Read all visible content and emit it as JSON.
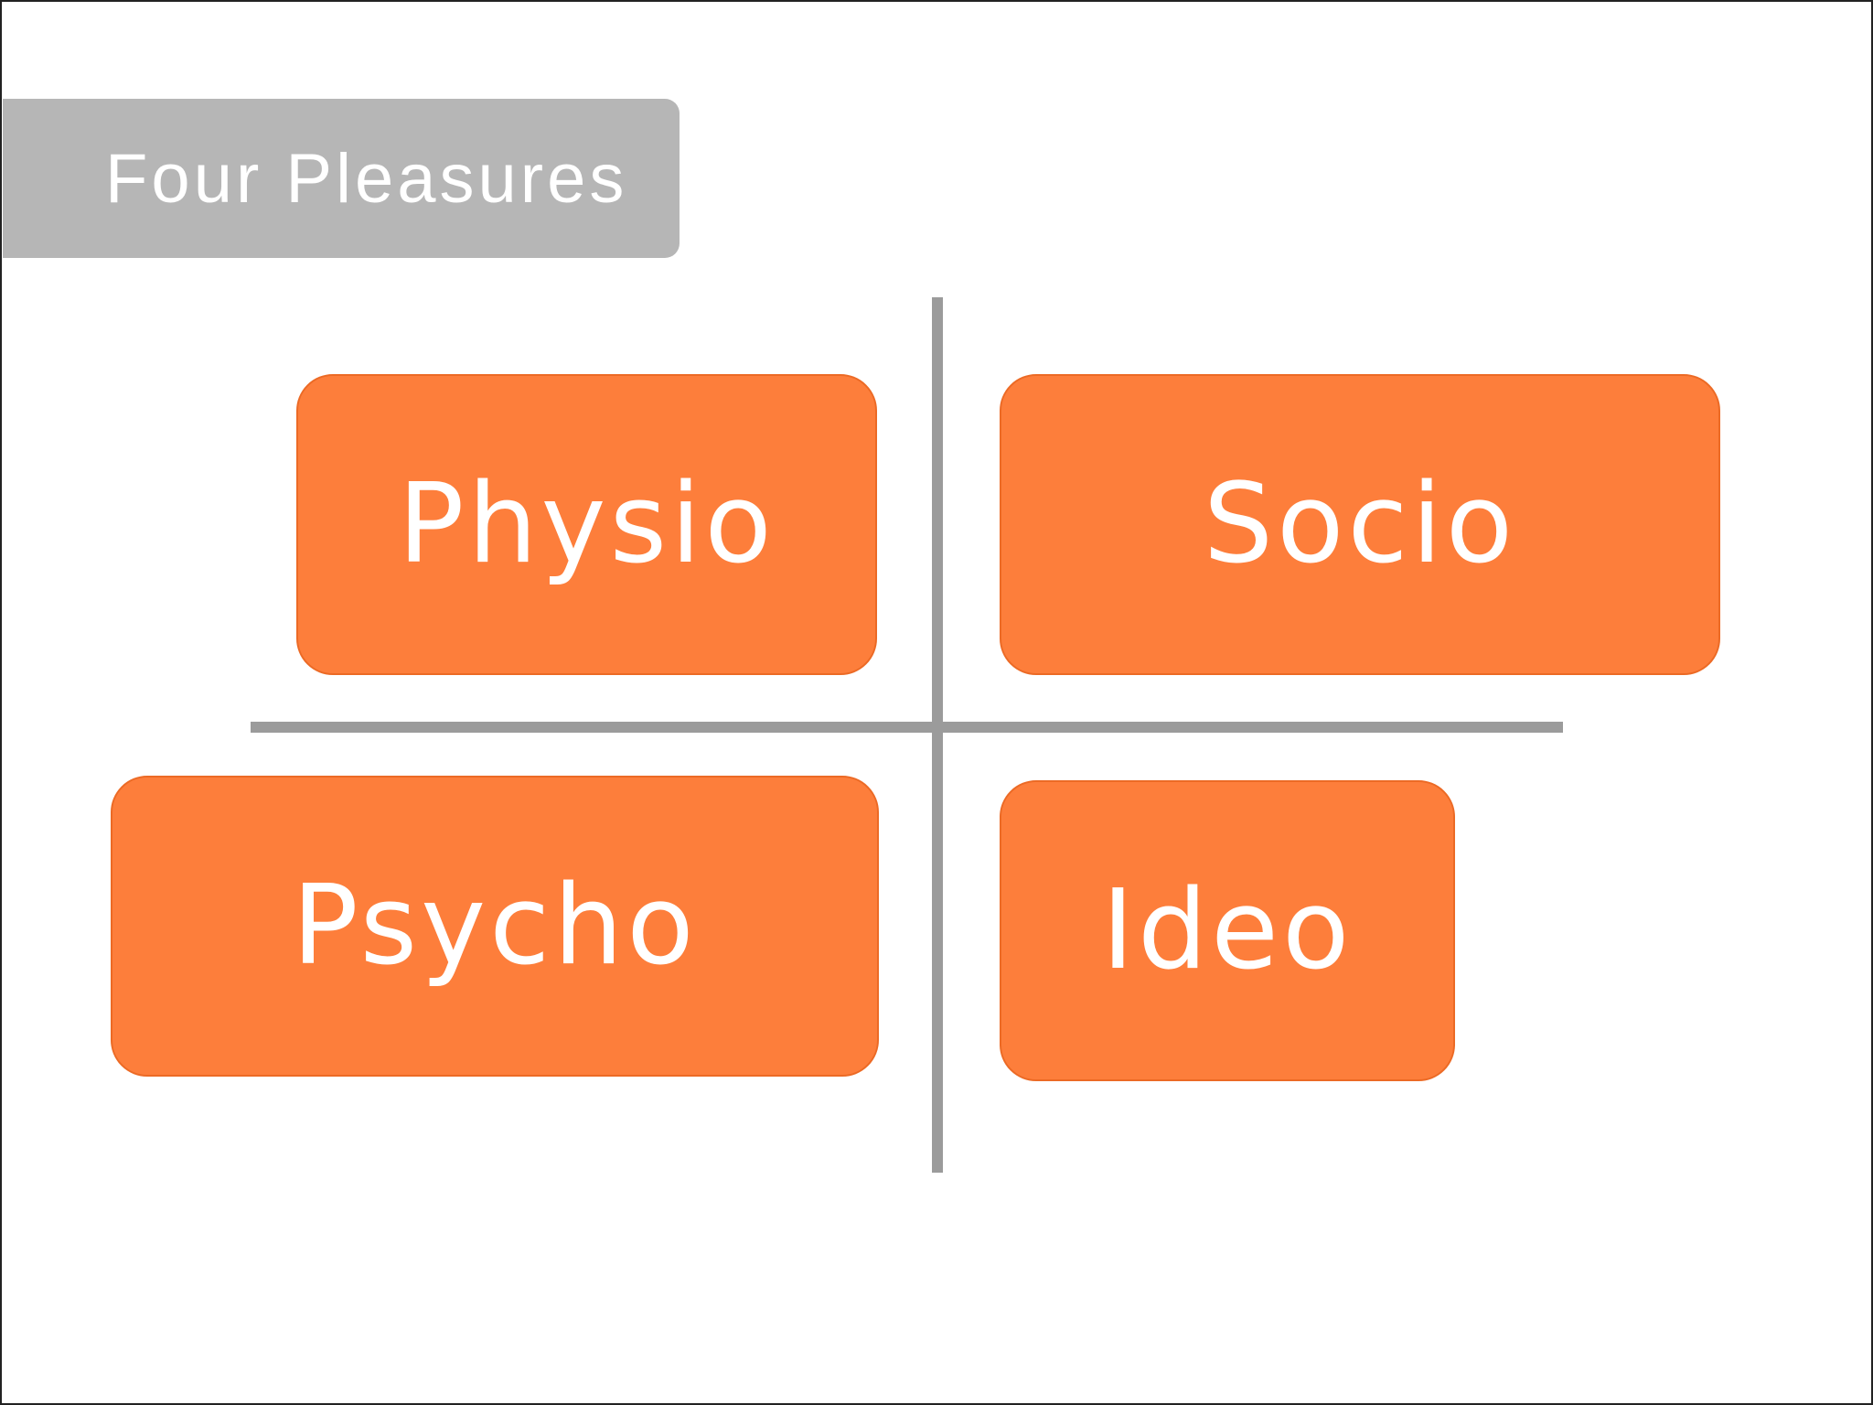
{
  "title": "Four Pleasures",
  "quadrants": {
    "top_left": "Physio",
    "top_right": "Socio",
    "bottom_left": "Psycho",
    "bottom_right": "Ideo"
  },
  "colors": {
    "title_box": "#b6b6b6",
    "quadrant_fill": "#fd7e3b",
    "quadrant_border": "#ec6a25",
    "axis": "#9b9b9b",
    "text": "#ffffff"
  }
}
